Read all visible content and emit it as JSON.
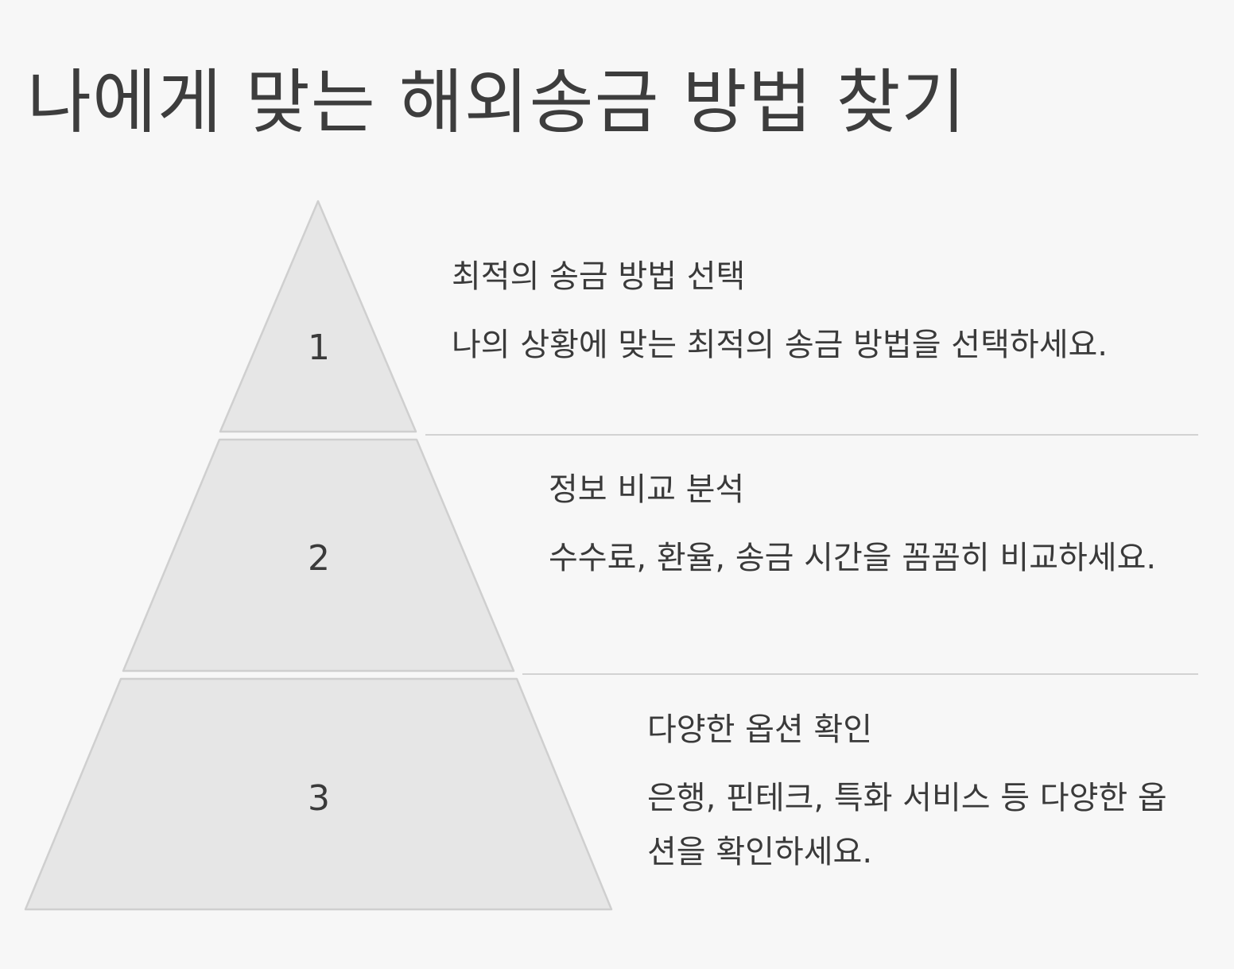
{
  "title": "나에게 맞는 해외송금 방법 찾기",
  "tiers": [
    {
      "number": "1",
      "heading": "최적의 송금 방법 선택",
      "description": "나의 상황에 맞는 최적의 송금 방법을 선택하세요."
    },
    {
      "number": "2",
      "heading": "정보 비교 분석",
      "description": "수수료, 환율, 송금 시간을 꼼꼼히 비교하세요."
    },
    {
      "number": "3",
      "heading": "다양한 옵션 확인",
      "description": "은행, 핀테크, 특화 서비스 등 다양한 옵션을 확인하세요."
    }
  ],
  "colors": {
    "background": "#f7f7f7",
    "tier_fill": "#e6e6e6",
    "tier_stroke": "#cfcfcf",
    "divider": "#d2d2d2",
    "text": "#3a3a3a"
  }
}
